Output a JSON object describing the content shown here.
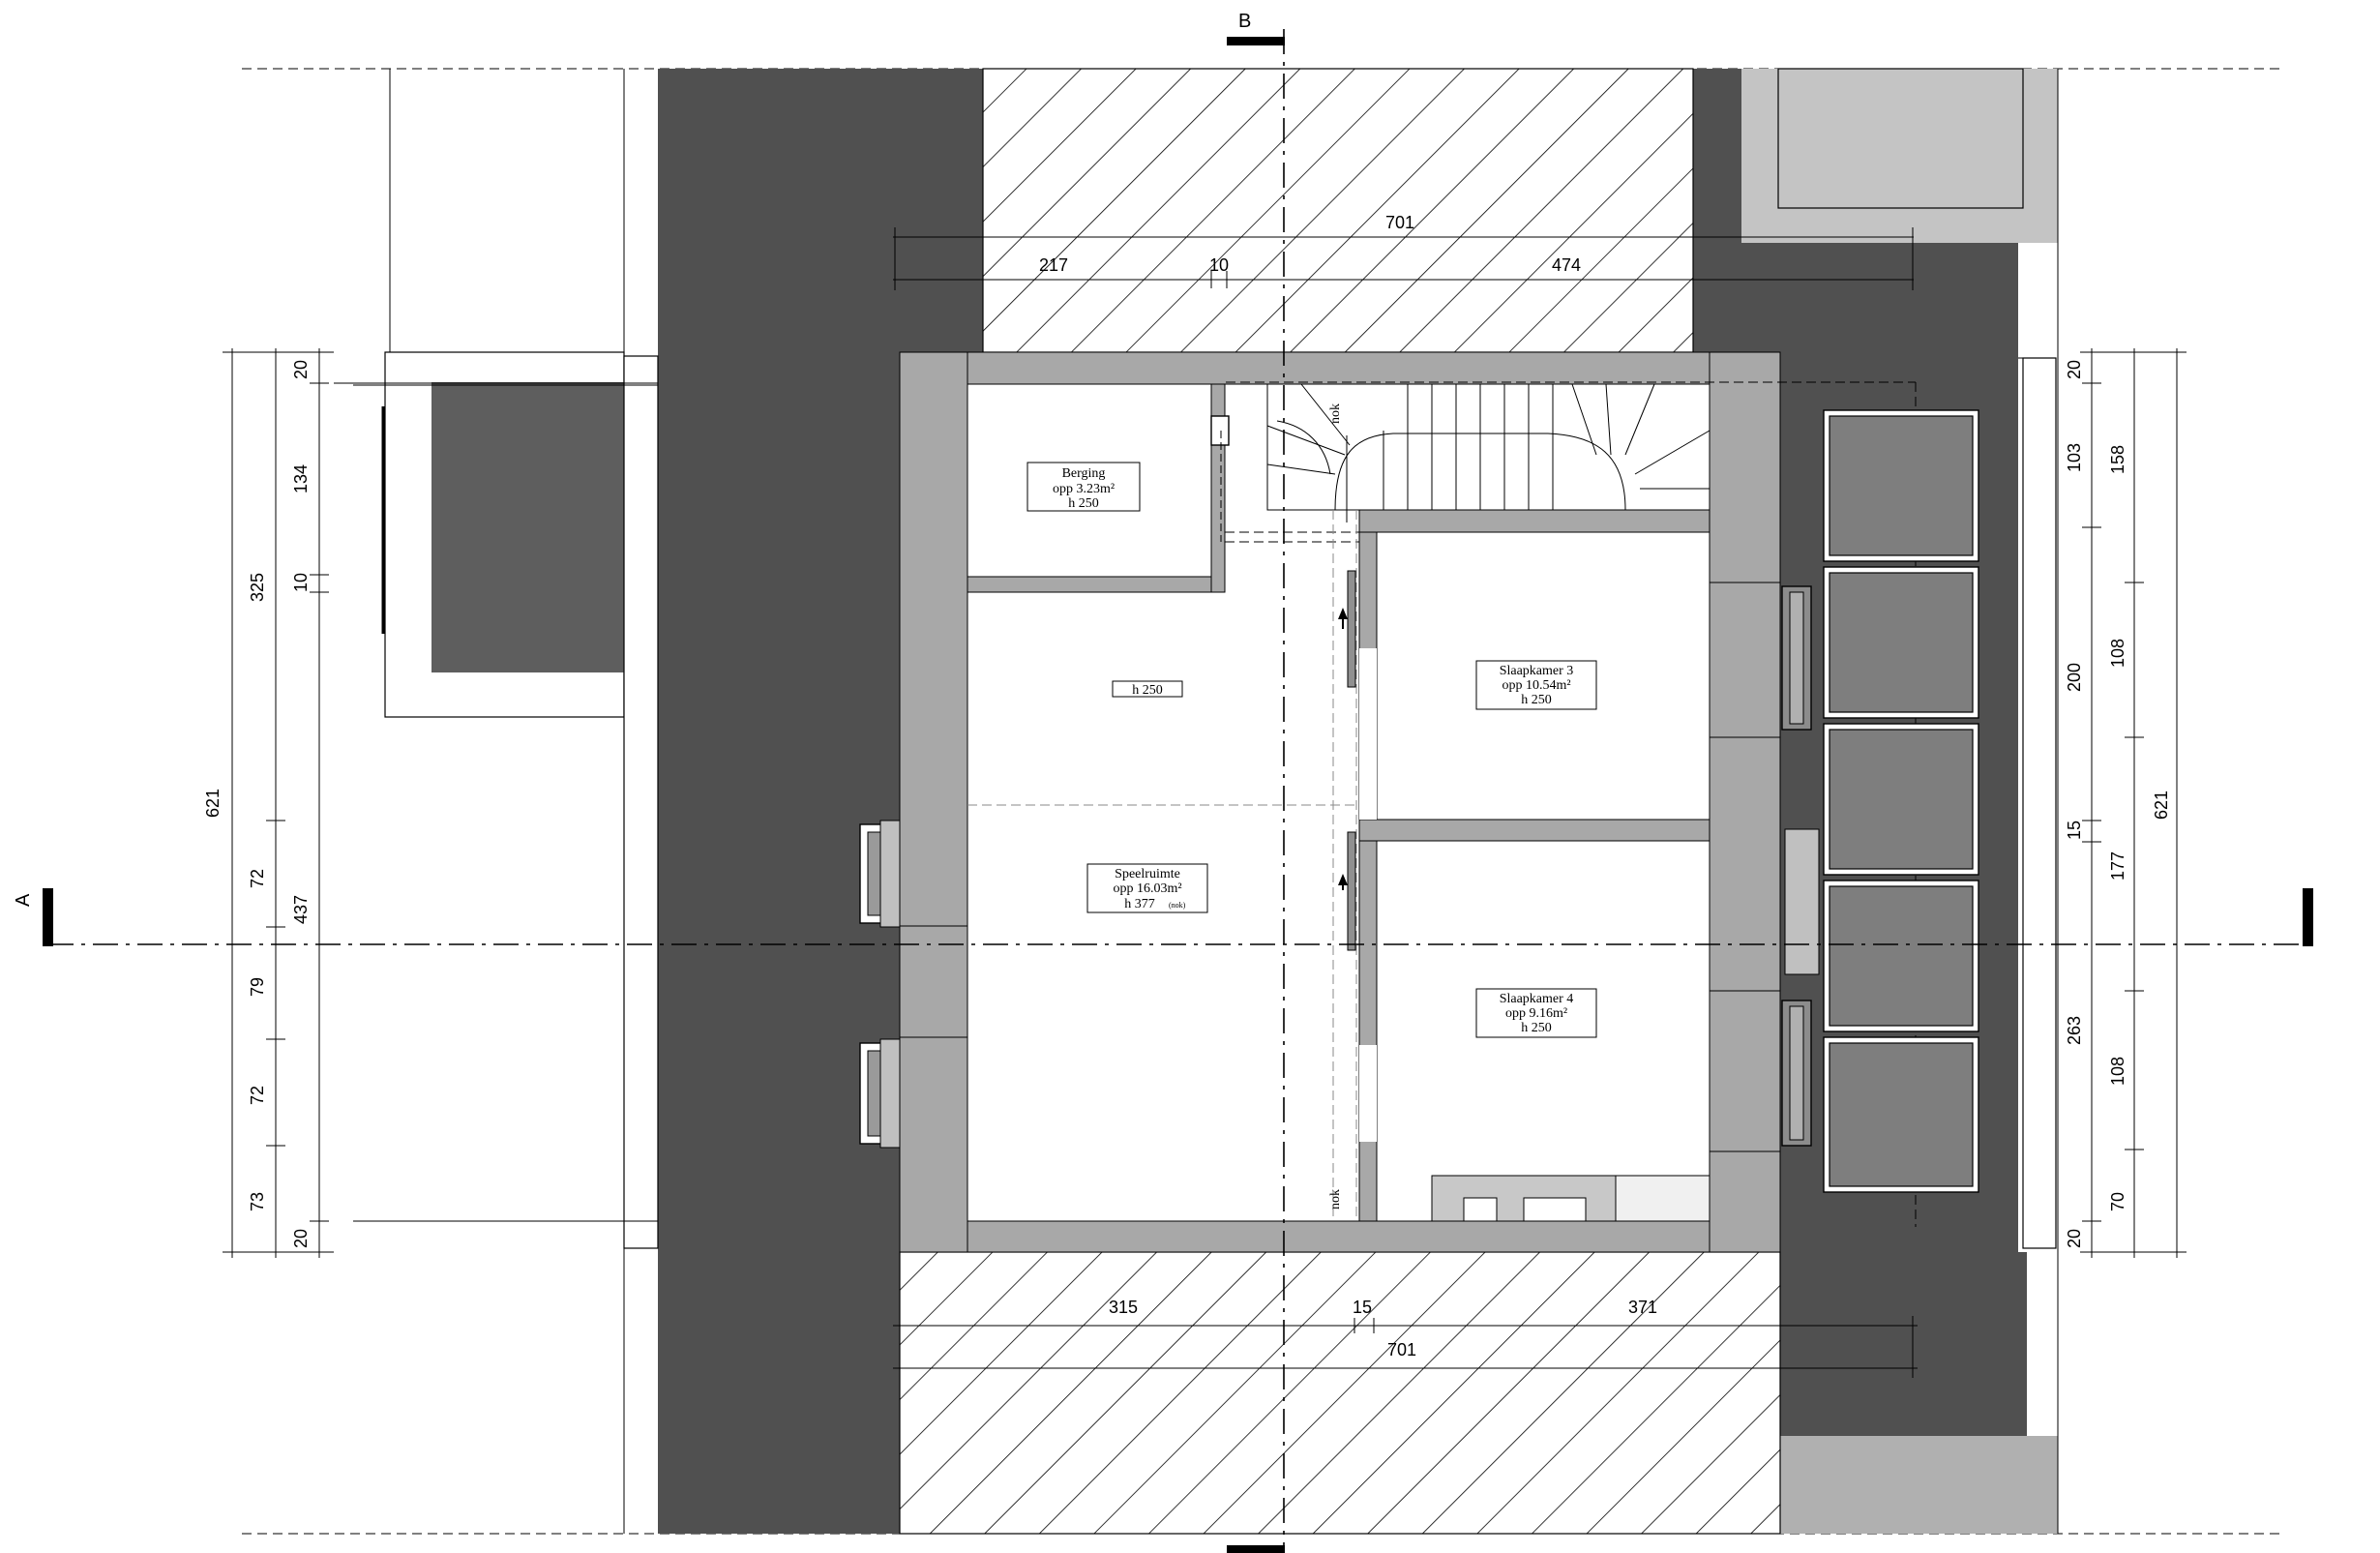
{
  "section_markers": {
    "a": "A",
    "b": "B"
  },
  "top_dims": {
    "total": "701",
    "left": "217",
    "mid": "10",
    "right": "474"
  },
  "bottom_dims": {
    "left": "315",
    "mid": "15",
    "right": "371",
    "total": "701"
  },
  "left_dims": {
    "outer": "621",
    "upper": "325",
    "lower": "437",
    "d20_top": "20",
    "d134": "134",
    "d10": "10",
    "d72a": "72",
    "d79": "79",
    "d72b": "72",
    "d73": "73",
    "d20_bottom": "20"
  },
  "right_dims": {
    "d20_top": "20",
    "d103": "103",
    "d200": "200",
    "d15": "15",
    "d263": "263",
    "d20_bottom": "20",
    "d158": "158",
    "d108a": "108",
    "d177": "177",
    "d108b": "108",
    "d70": "70",
    "outer": "621"
  },
  "rooms": {
    "berging": {
      "name": "Berging",
      "area": "opp 3.23m²",
      "height": "h 250"
    },
    "hall": {
      "height": "h 250"
    },
    "speelruimte": {
      "name": "Speelruimte",
      "area": "opp 16.03m²",
      "height": "h 377",
      "height_note": "(nok)"
    },
    "slaapkamer3": {
      "name": "Slaapkamer 3",
      "area": "opp 10.54m²",
      "height": "h 250"
    },
    "slaapkamer4": {
      "name": "Slaapkamer 4",
      "area": "opp 9.16m²",
      "height": "h 250"
    }
  },
  "annotations": {
    "nok_top": "nok",
    "nok_bottom": "nok"
  }
}
